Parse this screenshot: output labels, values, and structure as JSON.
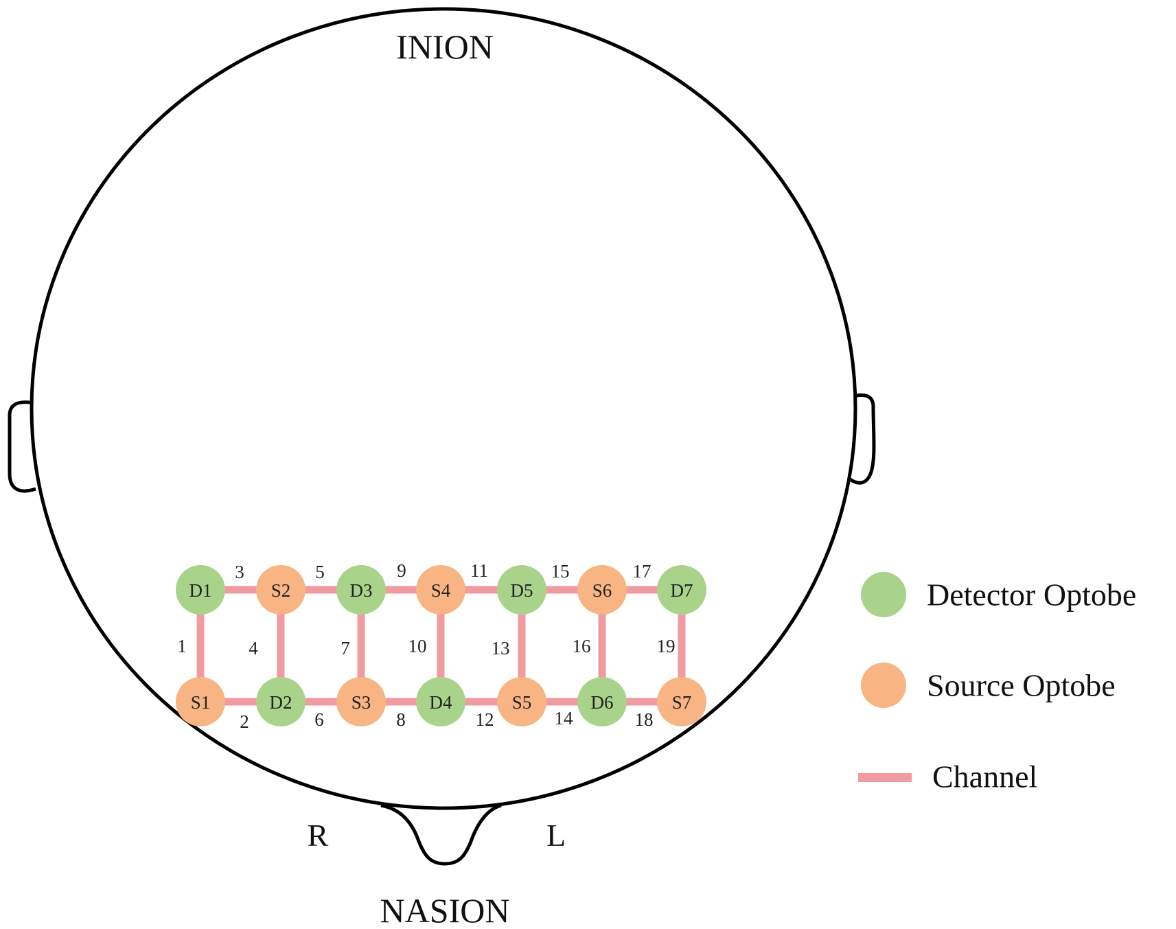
{
  "labels": {
    "top": "INION",
    "bottom": "NASION",
    "right_side": "R",
    "left_side": "L"
  },
  "colors": {
    "outline": "#000000",
    "detector": "#a9d38a",
    "source": "#f8b483",
    "channel": "#f09aa1"
  },
  "detectors": [
    "D1",
    "D2",
    "D3",
    "D4",
    "D5",
    "D6",
    "D7"
  ],
  "sources": [
    "S1",
    "S2",
    "S3",
    "S4",
    "S5",
    "S6",
    "S7"
  ],
  "channels": [
    {
      "id": "1",
      "from": "D1",
      "to": "S1"
    },
    {
      "id": "2",
      "from": "S1",
      "to": "D2"
    },
    {
      "id": "3",
      "from": "D1",
      "to": "S2"
    },
    {
      "id": "4",
      "from": "S2",
      "to": "D2"
    },
    {
      "id": "5",
      "from": "S2",
      "to": "D3"
    },
    {
      "id": "6",
      "from": "D2",
      "to": "S3"
    },
    {
      "id": "7",
      "from": "D3",
      "to": "S3"
    },
    {
      "id": "8",
      "from": "S3",
      "to": "D4"
    },
    {
      "id": "9",
      "from": "D3",
      "to": "S4"
    },
    {
      "id": "10",
      "from": "S4",
      "to": "D4"
    },
    {
      "id": "11",
      "from": "S4",
      "to": "D5"
    },
    {
      "id": "12",
      "from": "D4",
      "to": "S5"
    },
    {
      "id": "13",
      "from": "D5",
      "to": "S5"
    },
    {
      "id": "14",
      "from": "S5",
      "to": "D6"
    },
    {
      "id": "15",
      "from": "D5",
      "to": "S6"
    },
    {
      "id": "16",
      "from": "S6",
      "to": "D6"
    },
    {
      "id": "17",
      "from": "S6",
      "to": "D7"
    },
    {
      "id": "18",
      "from": "D6",
      "to": "S7"
    },
    {
      "id": "19",
      "from": "D7",
      "to": "S7"
    }
  ],
  "legend": {
    "detector": "Detector Optobe",
    "source": "Source Optobe",
    "channel": "Channel"
  }
}
